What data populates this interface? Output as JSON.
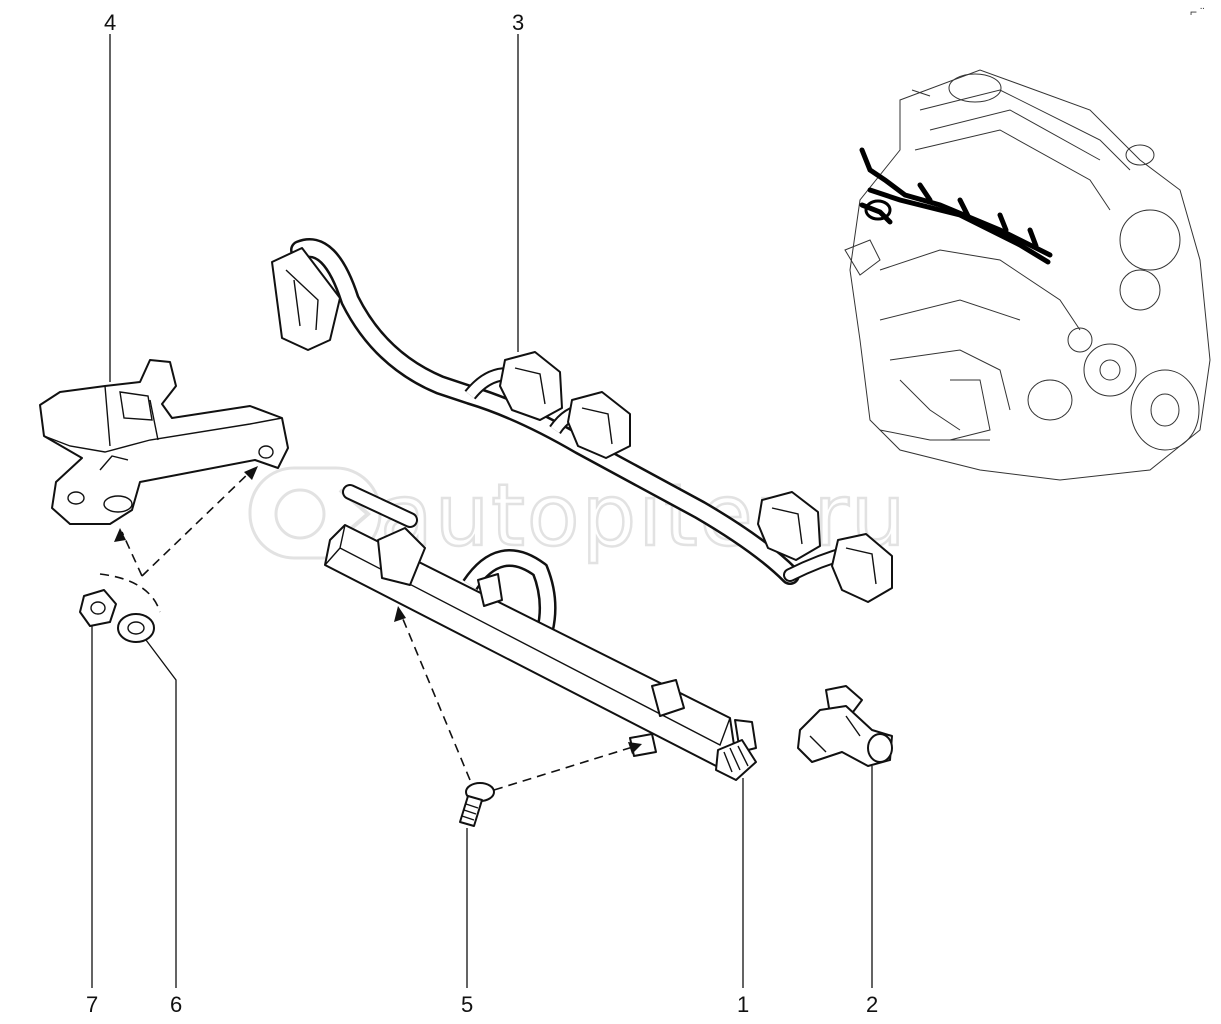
{
  "watermark": {
    "text": "autopiter.ru"
  },
  "corner_mark": "⌐ ¨",
  "callouts": [
    {
      "id": "1",
      "label": "1"
    },
    {
      "id": "2",
      "label": "2"
    },
    {
      "id": "3",
      "label": "3"
    },
    {
      "id": "4",
      "label": "4"
    },
    {
      "id": "5",
      "label": "5"
    },
    {
      "id": "6",
      "label": "6"
    },
    {
      "id": "7",
      "label": "7"
    }
  ],
  "parts": {
    "1": "fuel-rail",
    "2": "fuel-injector",
    "3": "injector-wiring-harness",
    "4": "mounting-bracket",
    "5": "bolt",
    "6": "washer",
    "7": "nut"
  },
  "colors": {
    "line": "#111111",
    "watermark": "#e2e2e2",
    "background": "#ffffff"
  }
}
